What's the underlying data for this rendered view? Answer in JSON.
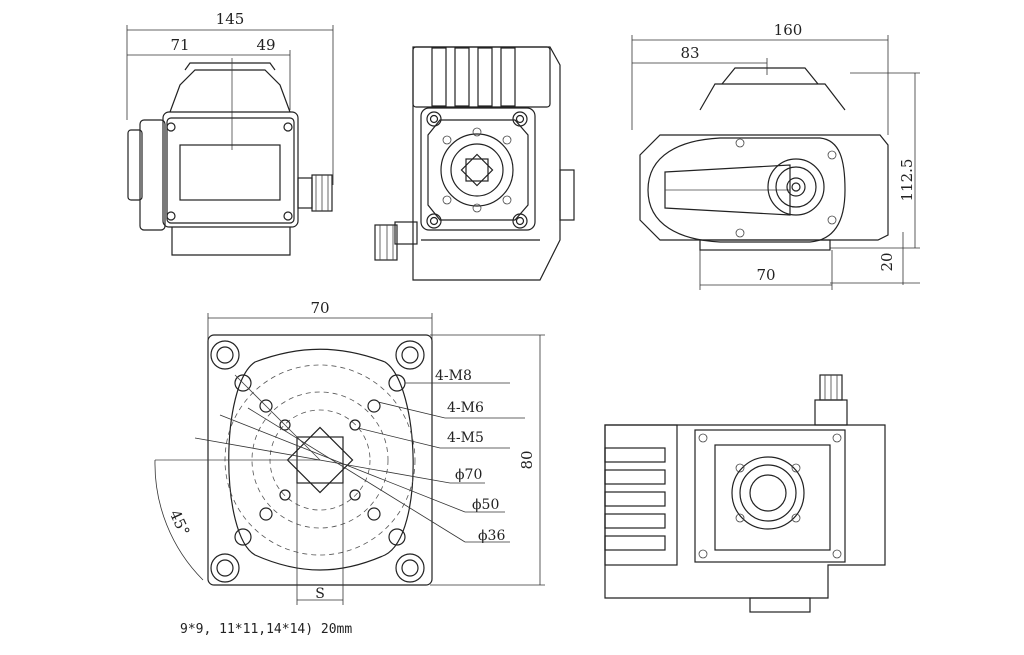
{
  "dimensions": {
    "front_width": "145",
    "front_left": "71",
    "front_right": "49",
    "top_width": "160",
    "top_offset": "83",
    "top_height": "112.5",
    "top_base_height": "20",
    "top_base_width": "70",
    "flange_width": "70",
    "flange_height": "80",
    "angle": "45°",
    "square_label": "S"
  },
  "callouts": {
    "m8": "4-M8",
    "m6": "4-M6",
    "m5": "4-M5",
    "d70": "ϕ70",
    "d50": "ϕ50",
    "d36": "ϕ36"
  },
  "note": "9*9, 11*11,14*14) 20mm"
}
